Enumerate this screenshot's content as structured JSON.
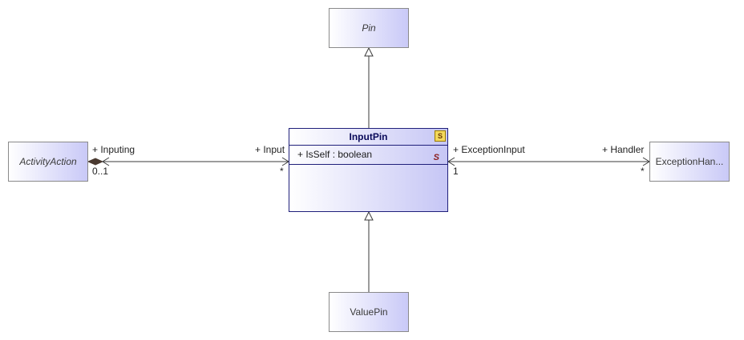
{
  "classes": {
    "pin": {
      "name": "Pin"
    },
    "activity_action": {
      "name": "ActivityAction"
    },
    "exception_handler": {
      "name": "ExceptionHan..."
    },
    "value_pin": {
      "name": "ValuePin"
    },
    "input_pin": {
      "name": "InputPin",
      "header_icon": "S",
      "attribute": "+ IsSelf : boolean",
      "attribute_icon": "S"
    }
  },
  "associations": {
    "activity_input": {
      "end_a_role": "+ Inputing",
      "end_a_multiplicity": "0..1",
      "end_b_role": "+ Input",
      "end_b_multiplicity": "*"
    },
    "input_handler": {
      "end_a_role": "+ ExceptionInput",
      "end_a_multiplicity": "1",
      "end_b_role": "+ Handler",
      "end_b_multiplicity": "*"
    }
  },
  "colors": {
    "class_fill_end": "#c9c9f7",
    "class_border": "#8a8a8a",
    "selected_border": "#1f1f7a",
    "line": "#3a3a3a"
  }
}
